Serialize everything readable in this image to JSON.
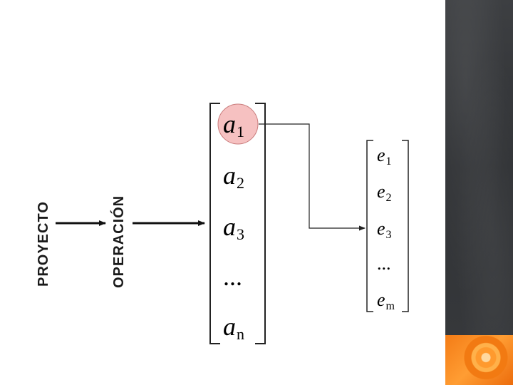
{
  "labels": {
    "proyecto": "PROYECTO",
    "operacion": "OPERACIÓN"
  },
  "vector_a": [
    {
      "base": "a",
      "sub": "1"
    },
    {
      "base": "a",
      "sub": "2"
    },
    {
      "base": "a",
      "sub": "3"
    },
    {
      "base": "...",
      "sub": ""
    },
    {
      "base": "a",
      "sub": "n"
    }
  ],
  "vector_e": [
    {
      "base": "e",
      "sub": "1"
    },
    {
      "base": "e",
      "sub": "2"
    },
    {
      "base": "e",
      "sub": "3"
    },
    {
      "base": "...",
      "sub": ""
    },
    {
      "base": "e",
      "sub": "m"
    }
  ],
  "colors": {
    "highlight_fill": "#f6c1c1",
    "highlight_stroke": "#c97b7b",
    "panel": "#35373a",
    "accent_orange": "#f4831f"
  }
}
